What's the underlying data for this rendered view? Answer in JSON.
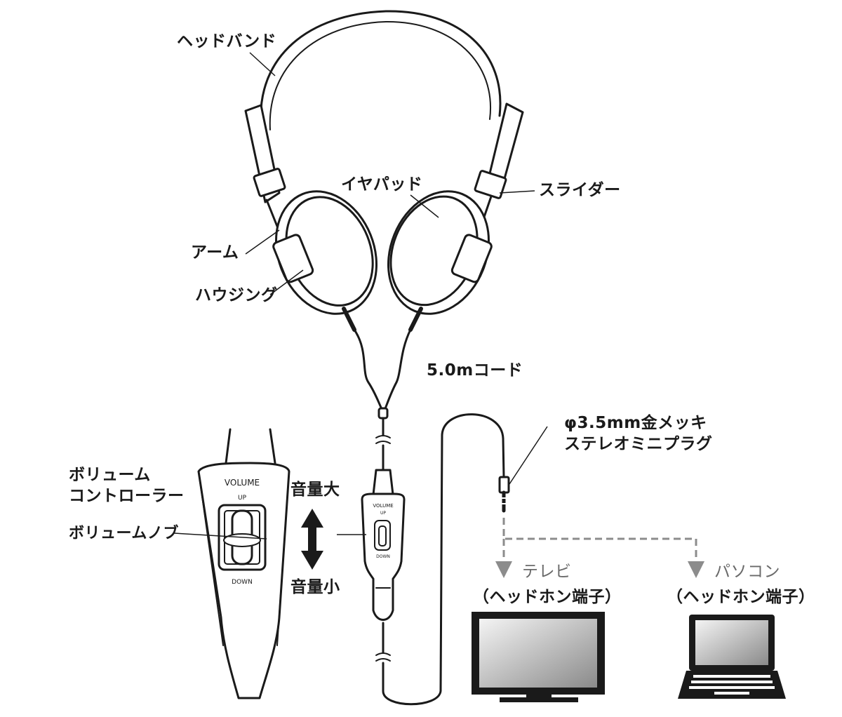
{
  "labels": {
    "headband": "ヘッドバンド",
    "earpad": "イヤパッド",
    "slider": "スライダー",
    "arm": "アーム",
    "housing": "ハウジング",
    "cord": "5.0mコード",
    "plug_line1": "φ3.5mm金メッキ",
    "plug_line2": "ステレオミニプラグ",
    "volume_controller_line1": "ボリューム",
    "volume_controller_line2": "コントローラー",
    "volume_knob": "ボリュームノブ",
    "volume_up": "音量大",
    "volume_down": "音量小",
    "tv": "テレビ",
    "tv_port": "（ヘッドホン端子）",
    "pc": "パソコン",
    "pc_port": "（ヘッドホン端子）"
  },
  "controller_text": {
    "volume": "VOLUME",
    "up": "UP",
    "down": "DOWN"
  },
  "colors": {
    "line": "#1a1a1a",
    "dashed": "#8c8c8c",
    "screen_light": "#f2f2f2",
    "screen_dark": "#8a8a8a"
  }
}
